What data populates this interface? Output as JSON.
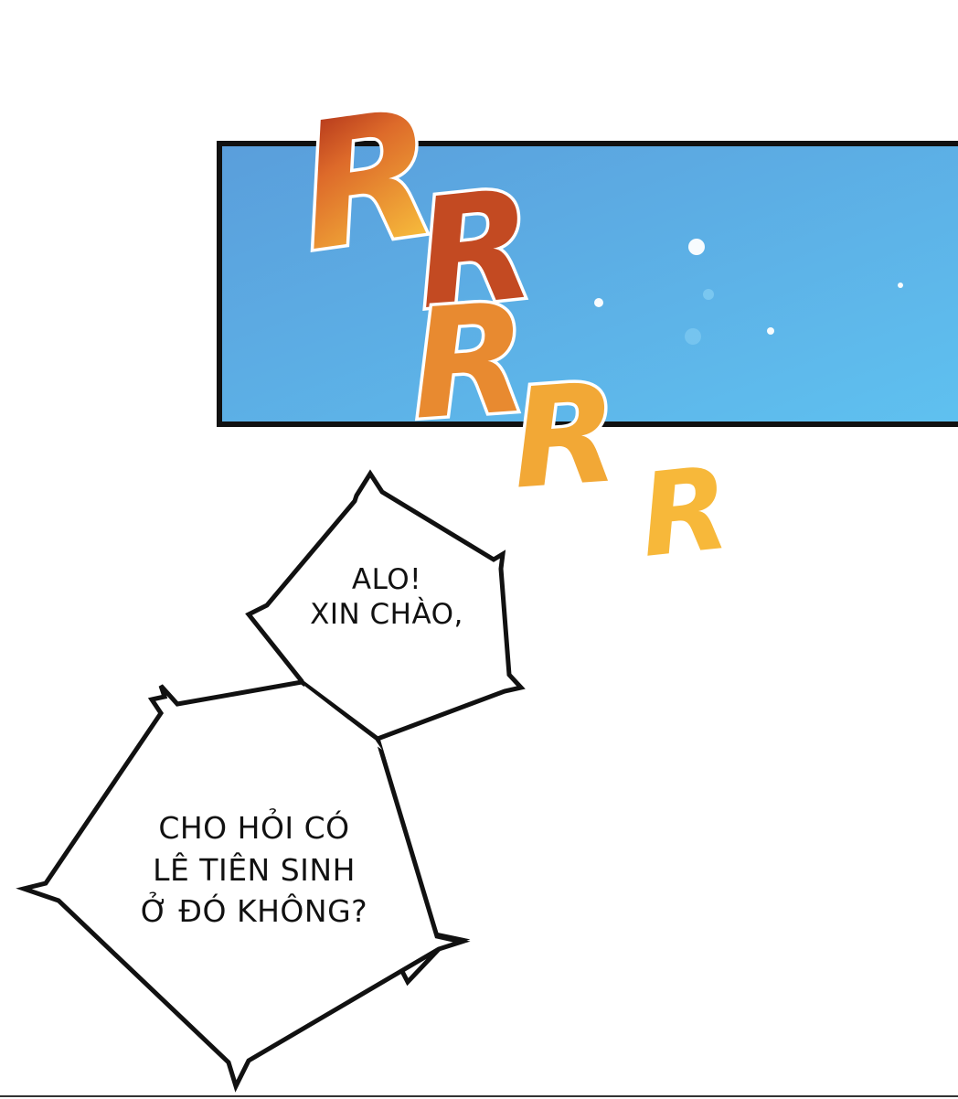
{
  "panel": {
    "sky_top": "#5aa2dc",
    "sky_bottom": "#5cbcee",
    "border_color": "#111111"
  },
  "sound_effect": {
    "letters": [
      "R",
      "R",
      "R",
      "R",
      "R"
    ],
    "fill_top": "#9d1a14",
    "fill_mid": "#e07a2c",
    "fill_bottom": "#f6b83a",
    "outline": "#b8201d"
  },
  "speech": {
    "top_lines": [
      "ALO!",
      "XIN CHÀO,"
    ],
    "bottom_lines": [
      "CHO HỎI CÓ",
      "LÊ TIÊN SINH",
      "Ở ĐÓ KHÔNG?"
    ]
  }
}
